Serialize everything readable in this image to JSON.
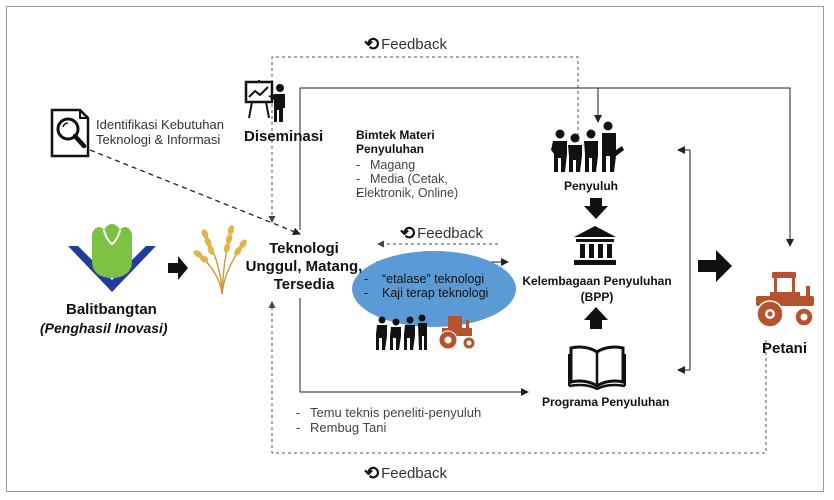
{
  "feedback": {
    "top": "Feedback",
    "middle": "Feedback",
    "bottom": "Feedback"
  },
  "sources": {
    "balitbangtan_name": "Balitbangtan",
    "balitbangtan_role": "(Penghasil Inovasi)",
    "identifikasi_line1": "Identifikasi Kebutuhan",
    "identifikasi_line2": "Teknologi & Informasi"
  },
  "diseminasi": {
    "title": "Diseminasi"
  },
  "teknologi": {
    "line1": "Teknologi",
    "line2": "Unggul, Matang,",
    "line3": "Tersedia"
  },
  "bimtek": {
    "title_line1": "Bimtek Materi",
    "title_line2": "Penyuluhan",
    "items": [
      "Magang",
      "Media (Cetak,",
      "Elektronik, Online)"
    ]
  },
  "etalase": {
    "items": [
      "“etalase” teknologi",
      "Kaji terap teknologi"
    ]
  },
  "penyuluh": {
    "label": "Penyuluh"
  },
  "kelembagaan": {
    "line1": "Kelembagaan Penyuluhan",
    "line2": "(BPP)"
  },
  "programa": {
    "label": "Programa Penyuluhan"
  },
  "petani": {
    "label": "Petani"
  },
  "temu": {
    "items": [
      "Temu teknis peneliti-penyuluh",
      "Rembug Tani"
    ]
  },
  "colors": {
    "accent_blue": "#5b9bd5",
    "logo_green": "#7dc142",
    "logo_blue": "#1f3d9a",
    "tractor": "#b5532f",
    "wheat": "#e6b34a",
    "ink": "#111111"
  },
  "icons": [
    "feedback-cycle-icon",
    "magnifier-document-icon",
    "presenter-board-icon",
    "balitbangtan-logo-icon",
    "wheat-icon",
    "people-meeting-icon",
    "building-columns-icon",
    "open-book-icon",
    "tractor-icon"
  ]
}
